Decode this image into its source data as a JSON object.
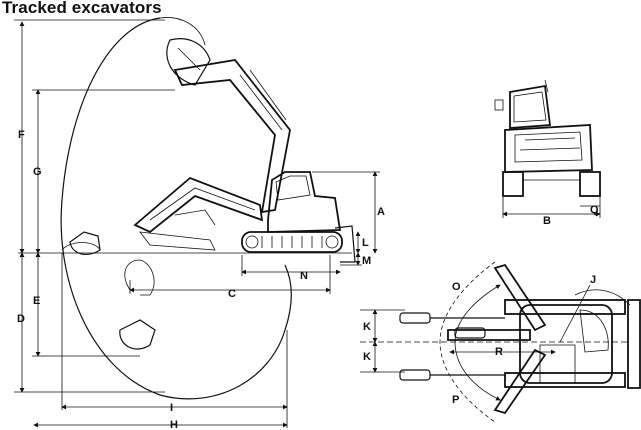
{
  "title": "Tracked excavators",
  "labels": {
    "A": "A",
    "B": "B",
    "C": "C",
    "D": "D",
    "E": "E",
    "F": "F",
    "G": "G",
    "H": "H",
    "I": "I",
    "J": "J",
    "K1": "K",
    "K2": "K",
    "L": "L",
    "M": "M",
    "N": "N",
    "O": "O",
    "P": "P",
    "Q": "Q",
    "R": "R"
  }
}
